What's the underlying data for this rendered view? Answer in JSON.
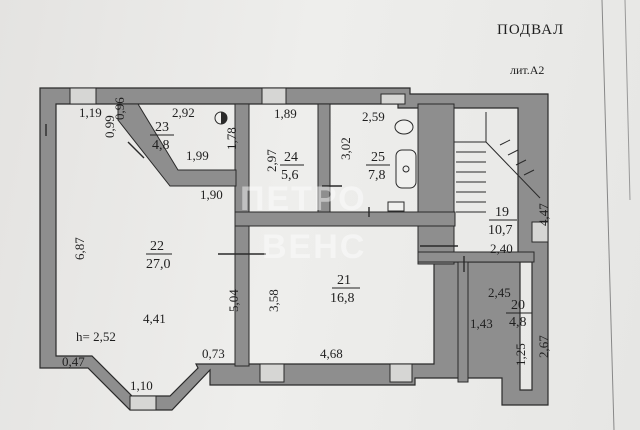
{
  "title": "ПОДВАЛ",
  "sheet_ref": "лит.А2",
  "watermark": [
    "ПЕТРО",
    "ВЕНС"
  ],
  "height_note": "h= 2,52",
  "rooms": [
    {
      "number": "22",
      "area": "27,0"
    },
    {
      "number": "23",
      "area": "4,8"
    },
    {
      "number": "24",
      "area": "5,6"
    },
    {
      "number": "25",
      "area": "7,8"
    },
    {
      "number": "21",
      "area": "16,8"
    },
    {
      "number": "19",
      "area": "10,7"
    },
    {
      "number": "20",
      "area": "4,8"
    }
  ],
  "dimensions": [
    "1,19",
    "0,96",
    "2,92",
    "0,99",
    "1,78",
    "1,99",
    "1,89",
    "2,97",
    "2,59",
    "3,02",
    "1,90",
    "6,87",
    "4,47",
    "2,40",
    "5,04",
    "3,58",
    "2,45",
    "4,41",
    "1,43",
    "1,25",
    "2,67",
    "0,47",
    "0,73",
    "4,68",
    "1,10"
  ],
  "colors": {
    "wall": "#8e8e8e",
    "line": "#2a2a2a",
    "paper": "#ecebe9"
  }
}
